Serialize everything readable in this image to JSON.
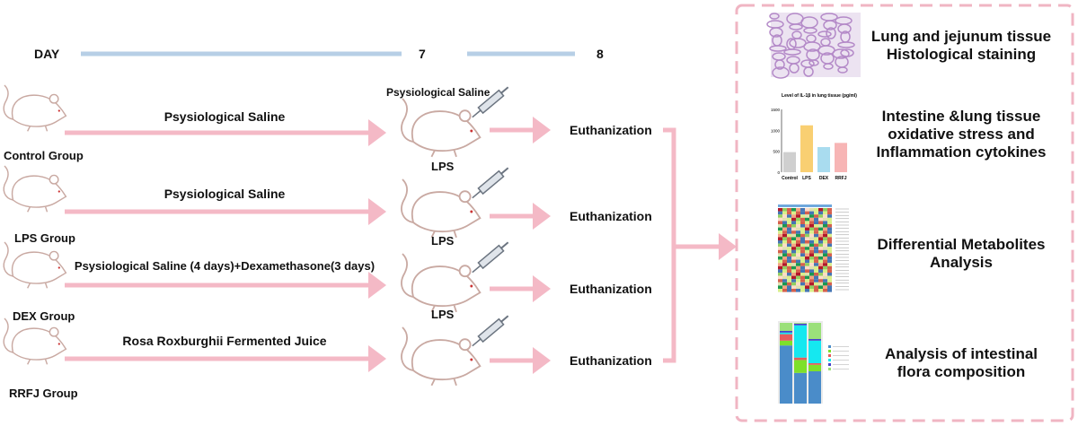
{
  "timeline": {
    "day_label": "DAY",
    "day7": "7",
    "day8": "8",
    "color": "#b7cfe6"
  },
  "groups": [
    {
      "name": "Control Group",
      "treatment": "Psysiological Saline",
      "injection": "Psysiological Saline",
      "outcome": "Euthanization"
    },
    {
      "name": "LPS Group",
      "treatment": "Psysiological Saline",
      "injection": "LPS",
      "outcome": "Euthanization"
    },
    {
      "name": "DEX Group",
      "treatment": "Psysiological Saline (4 days)+Dexamethasone(3 days)",
      "injection": "LPS",
      "outcome": "Euthanization"
    },
    {
      "name": "RRFJ Group",
      "treatment": "Rosa Roxburghii Fermented Juice",
      "injection": "LPS",
      "outcome": "Euthanization"
    }
  ],
  "analyses": [
    {
      "line1": "Lung and jejunum tissue",
      "line2": "Histological staining"
    },
    {
      "line1": "Intestine &lung tissue",
      "line2": "oxidative stress and",
      "line3": "Inflammation cytokines"
    },
    {
      "line1": "Differential Metabolites",
      "line2": "Analysis"
    },
    {
      "line1": "Analysis of intestinal",
      "line2": "flora composition"
    }
  ],
  "mini_chart": {
    "title": "Level of IL-1β in lung tissue (pg/ml)",
    "categories": [
      "Control",
      "LPS",
      "DEX",
      "RRFJ"
    ],
    "values": [
      480,
      1120,
      600,
      700
    ],
    "yticks": [
      "0",
      "500",
      "1000",
      "1500"
    ],
    "colors": [
      "#cfcfcf",
      "#f9cf72",
      "#a9dcef",
      "#f7b5b5"
    ]
  },
  "colors": {
    "arrow": "#f4b9c6",
    "box_border": "#f0b5c3"
  }
}
